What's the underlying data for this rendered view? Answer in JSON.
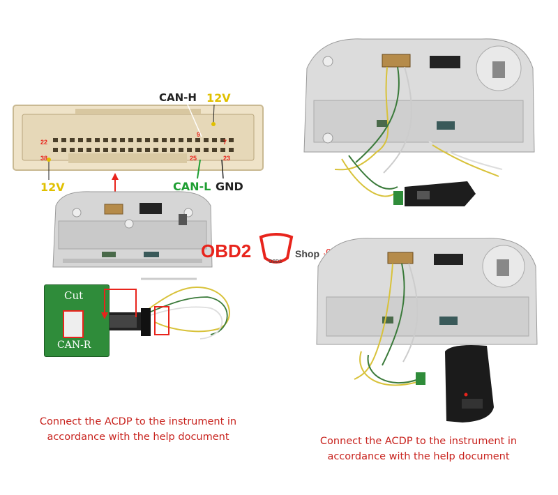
{
  "connector": {
    "labels": {
      "can_h": "CAN-H",
      "v12_top": "12V",
      "v12_bottom": "12V",
      "can_l": "CAN-L",
      "gnd": "GND"
    },
    "pin_numbers": {
      "p9": "9",
      "p22": "22",
      "p7": "7",
      "p38": "38",
      "p23": "23",
      "p25": "25"
    }
  },
  "adapter_board": {
    "top_label": "Cut",
    "bottom_label": "CAN-R"
  },
  "watermark": {
    "brand": "OBD2",
    "suffix": "Shop",
    "domain": ".co.uk",
    "badge": "OBD2"
  },
  "captions": {
    "left_line1": "Connect the ACDP to the instrument in",
    "left_line2": "accordance with the help document",
    "right_line1": "Connect the ACDP to the instrument in",
    "right_line2": "accordance with the help document"
  },
  "colors": {
    "pin_red": "#e8241c",
    "caption_red": "#c8231e",
    "can_l_green": "#1e9e32",
    "v12_yellow": "#e0c000",
    "connector_beige": "#efe3c8",
    "board_green": "#2f8c3a"
  }
}
